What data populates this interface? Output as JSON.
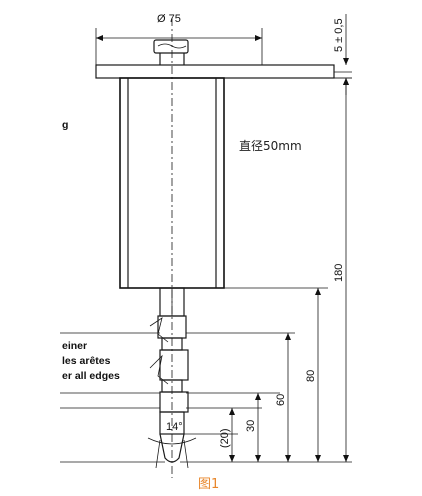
{
  "figure": {
    "caption": "图1",
    "diameter_label": "Ø 75",
    "inner_diameter_label": "直径50mm",
    "note_line1": "einer",
    "note_line2": "les arêtes",
    "note_line3": "er all edges",
    "partial_letter": "g",
    "dim_5": "5 ± 0,5",
    "dim_180": "180",
    "dim_80": "80",
    "dim_60": "60",
    "dim_30": "30",
    "dim_20": "(20)",
    "angle_label": "14°"
  }
}
